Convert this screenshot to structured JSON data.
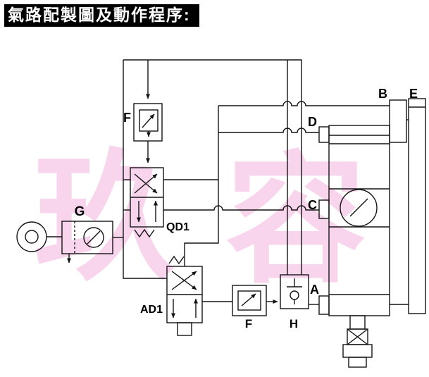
{
  "title": "氣路配製圖及動作程序:",
  "watermark": {
    "char1": "玖",
    "char2": "容",
    "color": "#f7cdea"
  },
  "labels": {
    "f_top": "F",
    "g": "G",
    "qd1": "QD1",
    "ad1": "AD1",
    "f_bottom": "F",
    "h": "H",
    "a": "A",
    "b": "B",
    "c": "C",
    "d": "D",
    "e": "E"
  },
  "colors": {
    "line": "#141414",
    "title_bg": "#000000",
    "title_fg": "#ffffff"
  }
}
